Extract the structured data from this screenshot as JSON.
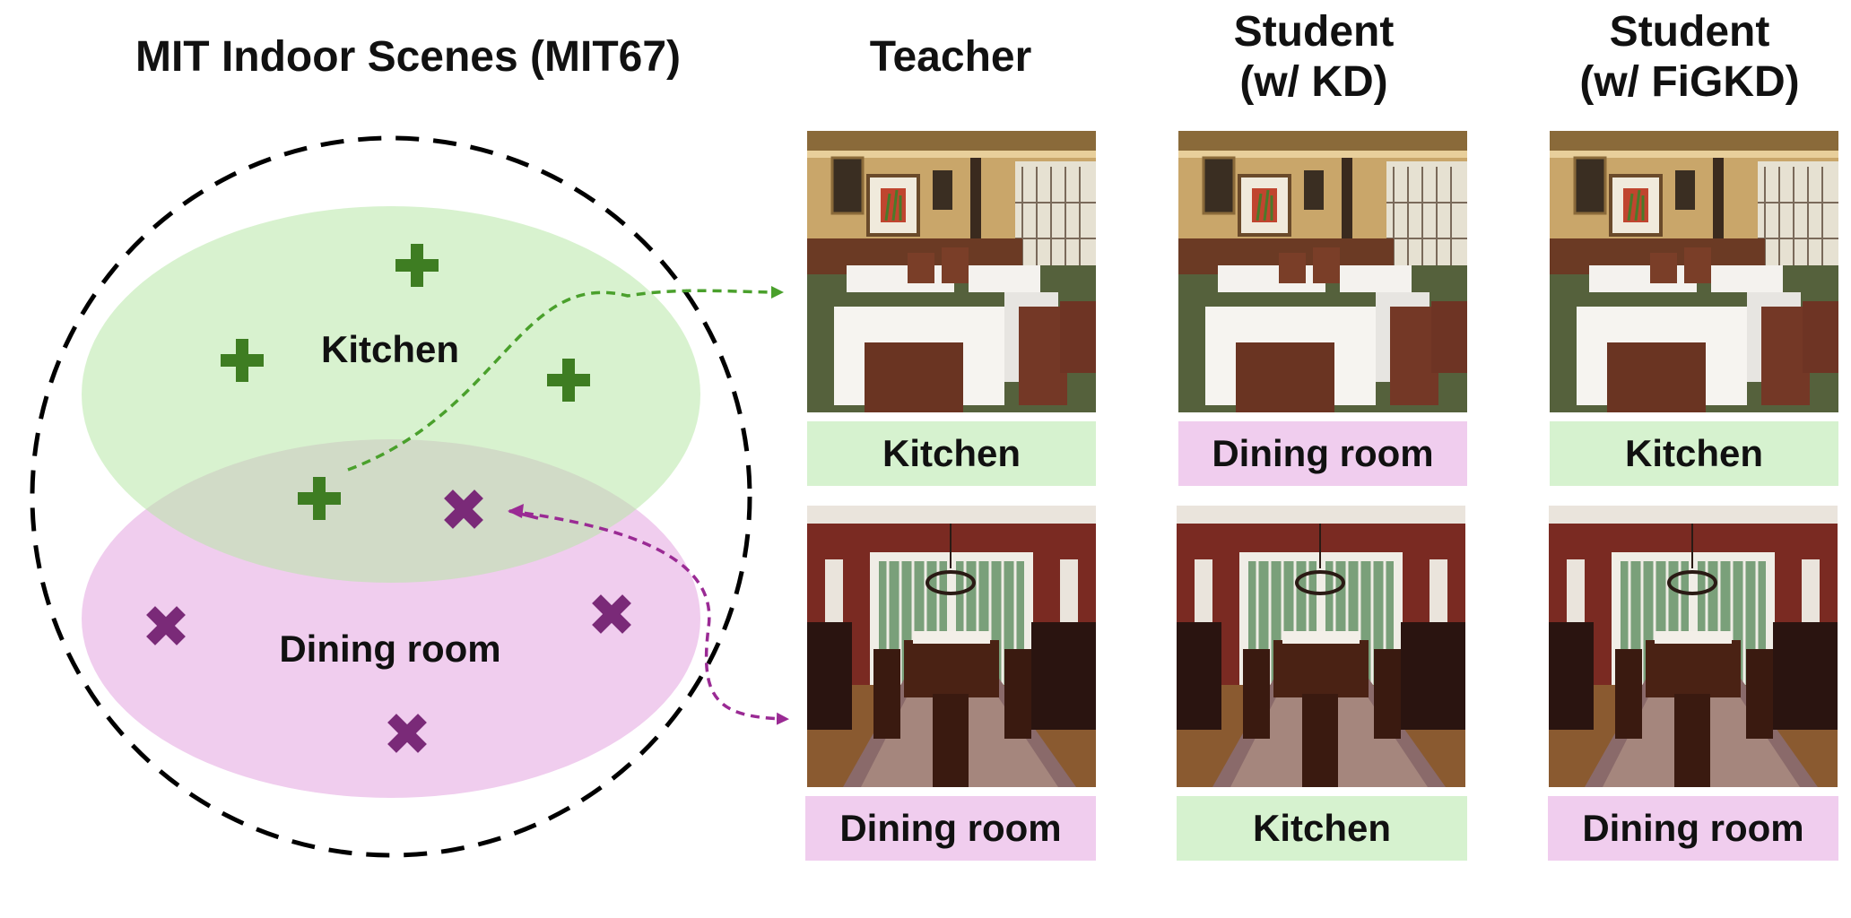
{
  "dataset_title": "MIT Indoor Scenes (MIT67)",
  "clusters": {
    "kitchen": {
      "label": "Kitchen",
      "color": "#d6f2cf",
      "marker_color": "#3e7d22"
    },
    "dining": {
      "label": "Dining room",
      "color": "#f0cdee",
      "marker_color": "#7a2a78"
    }
  },
  "columns": [
    {
      "title_line1": "Teacher",
      "title_line2": ""
    },
    {
      "title_line1": "Student",
      "title_line2": "(w/ KD)"
    },
    {
      "title_line1": "Student",
      "title_line2": "(w/ FiGKD)"
    }
  ],
  "predictions": {
    "row1": [
      "Kitchen",
      "Dining room",
      "Kitchen"
    ],
    "row2": [
      "Dining room",
      "Kitchen",
      "Dining room"
    ]
  },
  "label_colors": {
    "Kitchen": "#d6f2cf",
    "Dining room": "#f0cdee"
  }
}
